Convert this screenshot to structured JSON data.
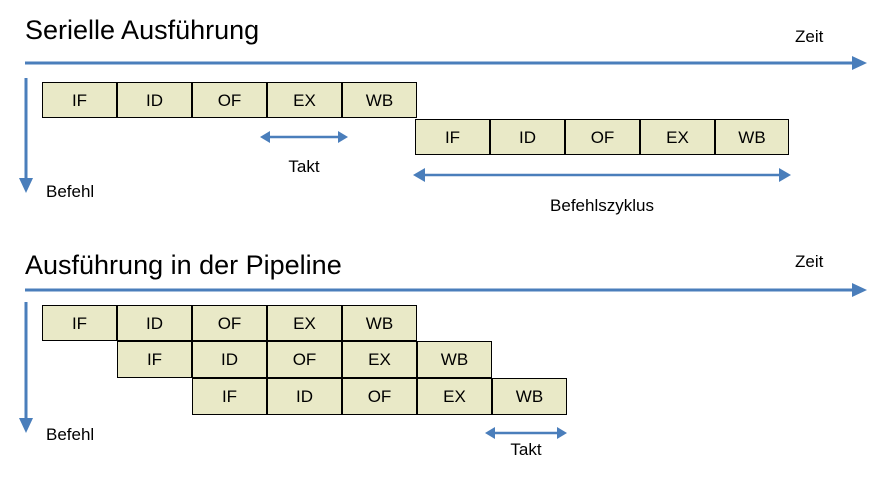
{
  "slide": {
    "background_color": "#FFFFFF",
    "box_fill_color": "#E9E9C7",
    "box_border_color": "#000000",
    "arrow_color": "#4A7EBB",
    "text_color": "#000000"
  },
  "sections": [
    {
      "title": "Serielle Ausführung",
      "time_axis_label": "Zeit",
      "instruction_axis_label": "Befehl",
      "rows": [
        {
          "stages": [
            "IF",
            "ID",
            "OF",
            "EX",
            "WB"
          ]
        },
        {
          "stages": [
            "IF",
            "ID",
            "OF",
            "EX",
            "WB"
          ]
        }
      ],
      "measures": [
        {
          "name": "Takt",
          "label": "Takt"
        },
        {
          "name": "Befehlszyklus",
          "label": "Befehlszyklus"
        }
      ]
    },
    {
      "title": "Ausführung in der Pipeline",
      "time_axis_label": "Zeit",
      "instruction_axis_label": "Befehl",
      "rows": [
        {
          "stages": [
            "IF",
            "ID",
            "OF",
            "EX",
            "WB"
          ]
        },
        {
          "stages": [
            "IF",
            "ID",
            "OF",
            "EX",
            "WB"
          ]
        },
        {
          "stages": [
            "IF",
            "ID",
            "OF",
            "EX",
            "WB"
          ]
        }
      ],
      "measures": [
        {
          "name": "Takt",
          "label": "Takt"
        }
      ]
    }
  ]
}
